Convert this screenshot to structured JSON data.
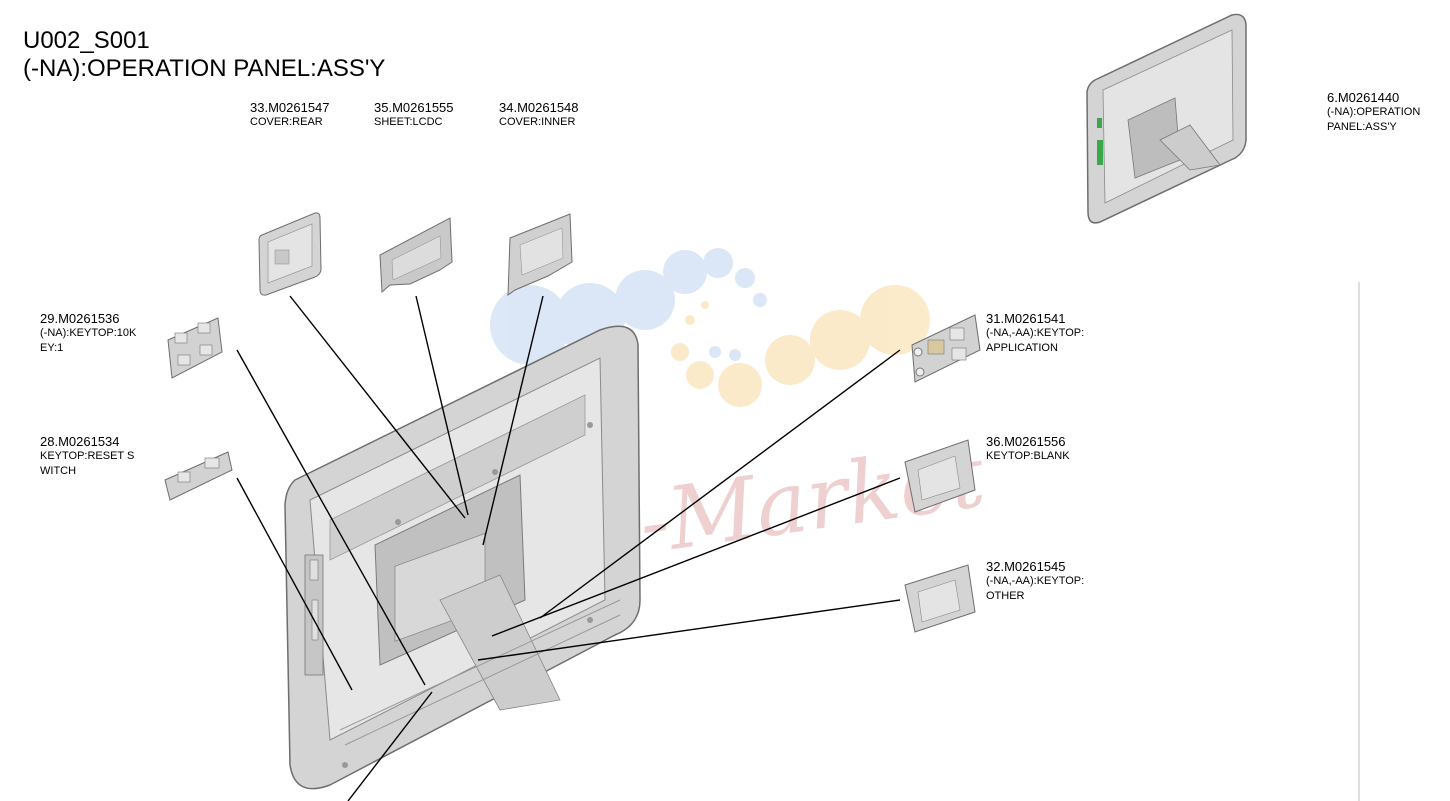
{
  "header": {
    "code": "U002_S001",
    "title": "(-NA):OPERATION PANEL:ASS'Y"
  },
  "watermark": {
    "text": "Ink-Market"
  },
  "parts": [
    {
      "id": "p33",
      "code": "33.M0261547",
      "desc": [
        "COVER:REAR"
      ]
    },
    {
      "id": "p35",
      "code": "35.M0261555",
      "desc": [
        "SHEET:LCDC"
      ]
    },
    {
      "id": "p34",
      "code": "34.M0261548",
      "desc": [
        "COVER:INNER"
      ]
    },
    {
      "id": "p6",
      "code": "6.M0261440",
      "desc": [
        "(-NA):OPERATION",
        "PANEL:ASS'Y"
      ]
    },
    {
      "id": "p29",
      "code": "29.M0261536",
      "desc": [
        "(-NA):KEYTOP:10K",
        "EY:1"
      ]
    },
    {
      "id": "p28",
      "code": "28.M0261534",
      "desc": [
        "KEYTOP:RESET S",
        "WITCH"
      ]
    },
    {
      "id": "p31",
      "code": "31.M0261541",
      "desc": [
        "(-NA,-AA):KEYTOP:",
        "APPLICATION"
      ]
    },
    {
      "id": "p36",
      "code": "36.M0261556",
      "desc": [
        "KEYTOP:BLANK"
      ]
    },
    {
      "id": "p32",
      "code": "32.M0261545",
      "desc": [
        "(-NA,-AA):KEYTOP:",
        "OTHER"
      ]
    }
  ],
  "colors": {
    "part_fill": "#d4d4d4",
    "part_edge": "#6e6e6e",
    "accent": "#3aa84a",
    "leader": "#000000"
  }
}
